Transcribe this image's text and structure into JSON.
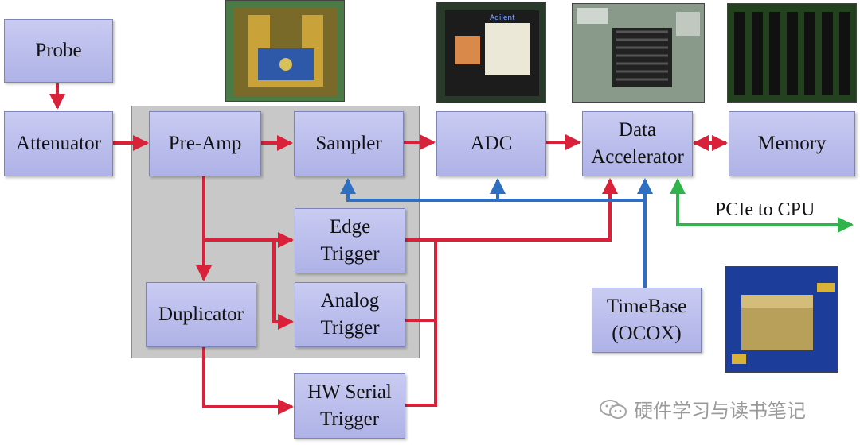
{
  "blocks": {
    "probe": "Probe",
    "attenuator": "Attenuator",
    "preamp": "Pre-Amp",
    "sampler": "Sampler",
    "adc": "ADC",
    "data_accelerator": "Data\nAccelerator",
    "memory": "Memory",
    "edge_trigger": "Edge\nTrigger",
    "analog_trigger": "Analog\nTrigger",
    "duplicator": "Duplicator",
    "hw_serial_trigger": "HW Serial\nTrigger",
    "timebase": "TimeBase\n(OCOX)"
  },
  "labels": {
    "pcie": "PCIe to CPU"
  },
  "photo_text": {
    "adc_chip": "Agilent"
  },
  "watermark": {
    "text": "硬件学习与读书笔记"
  },
  "colors": {
    "signal_path": "#d9213a",
    "clock_path": "#2f6fc2",
    "pcie_path": "#2fb34a",
    "block_fill": "#b8bbec",
    "panel_fill": "#c8c8c8"
  }
}
